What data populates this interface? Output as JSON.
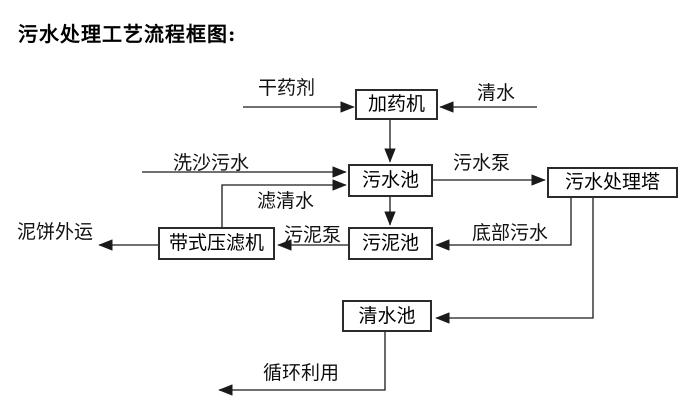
{
  "page": {
    "title": "污水处理工艺流程框图:"
  },
  "diagram": {
    "type": "flowchart",
    "nodes": {
      "dosing_machine": "加药机",
      "sewage_pool": "污水池",
      "treatment_tower": "污水处理塔",
      "sludge_pool": "污泥池",
      "belt_filter_press": "带式压滤机",
      "clean_water_pool": "清水池"
    },
    "edge_labels": {
      "dry_chemical": "干药剂",
      "clean_water": "清水",
      "sand_washing_sewage": "洗沙污水",
      "sewage_pump": "污水泵",
      "filtered_water": "滤清水",
      "sludge_pump": "污泥泵",
      "bottom_sewage": "底部污水",
      "mud_cake_out": "泥饼外运",
      "recycle": "循环利用"
    },
    "flows": [
      "干药剂 → 加药机",
      "清水 → 加药机",
      "加药机 → 污水池",
      "洗沙污水 → 污水池",
      "带式压滤机 →(滤清水)→ 污水池",
      "污水池 →(污水泵)→ 污水处理塔",
      "污水池 → 污泥池",
      "污水处理塔 →(底部污水)→ 污泥池",
      "污泥池 →(污泥泵)→ 带式压滤机",
      "带式压滤机 → 泥饼外运",
      "污水处理塔 → 清水池",
      "清水池 → 循环利用"
    ],
    "colors": {
      "background": "#ffffff",
      "line": "#1a1a1a",
      "box_border": "#2b2b2b",
      "text": "#000000"
    }
  }
}
